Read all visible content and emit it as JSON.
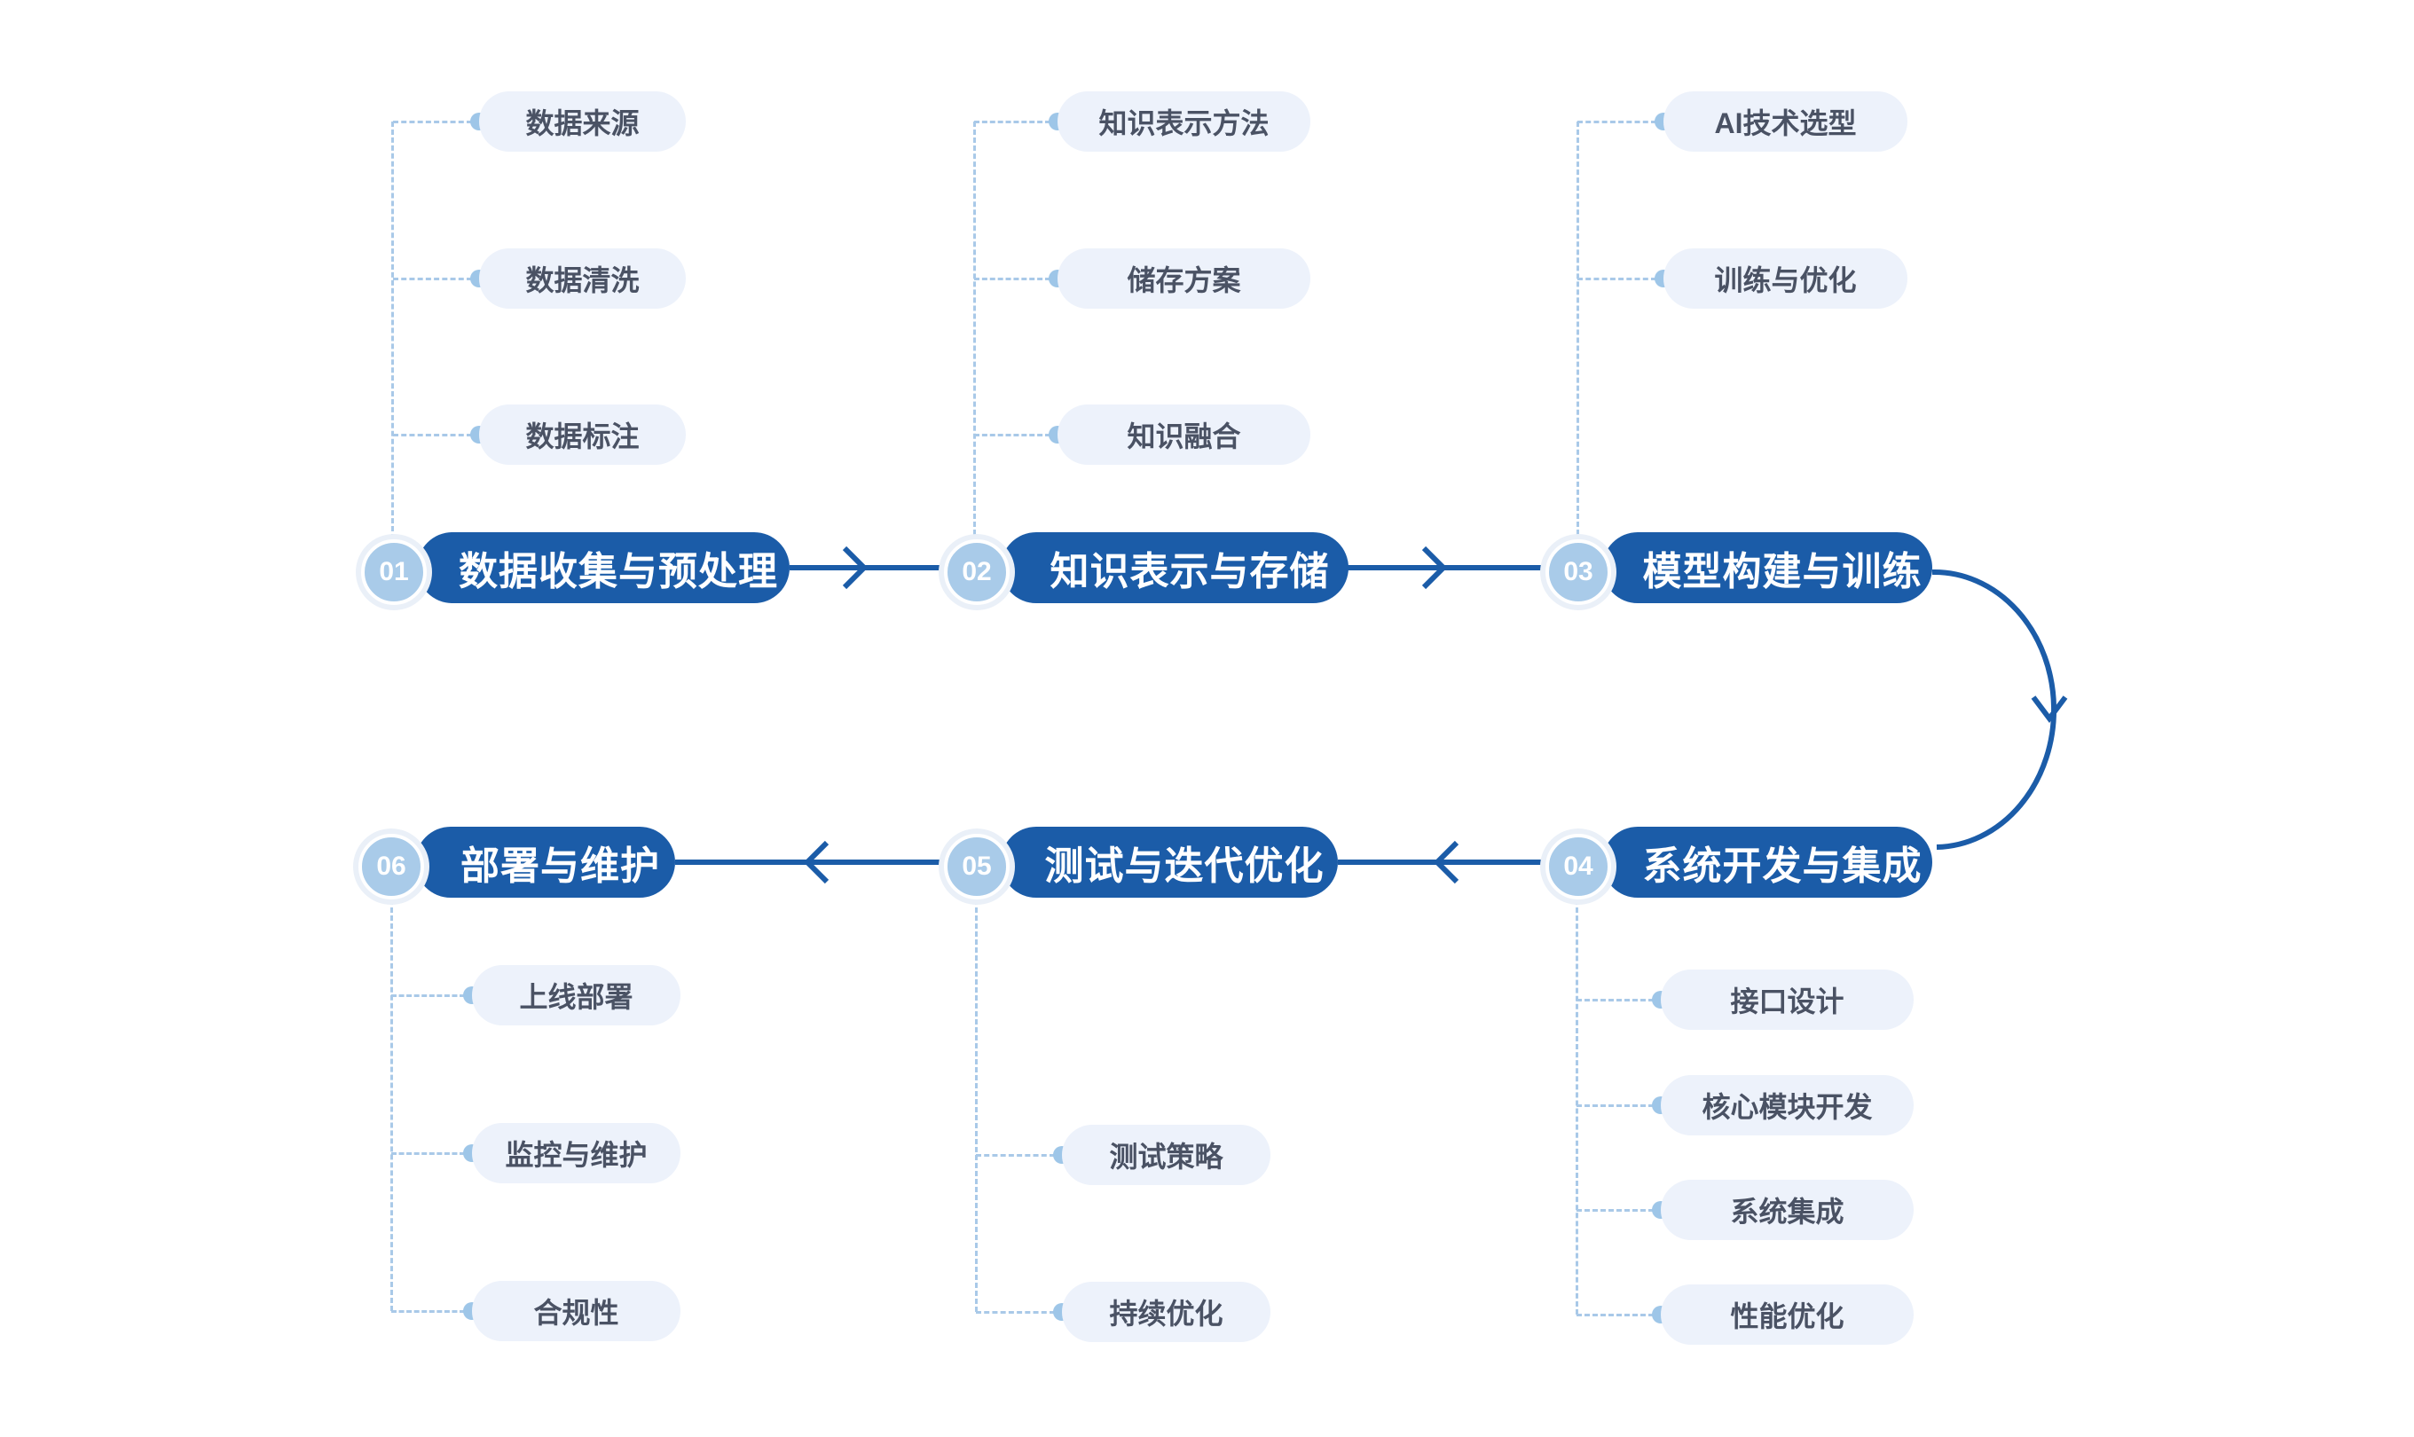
{
  "palette": {
    "accent": "#1b5ca8",
    "circle": "#a9cbe9",
    "subbg": "#edf2fb",
    "subtext": "#4a5264",
    "dash": "#a9c9e8",
    "dot": "#9ec6e8"
  },
  "stages": [
    {
      "number": "01",
      "label": "数据收集与预处理",
      "children": [
        "数据来源",
        "数据清洗",
        "数据标注"
      ]
    },
    {
      "number": "02",
      "label": "知识表示与存储",
      "children": [
        "知识表示方法",
        "储存方案",
        "知识融合"
      ]
    },
    {
      "number": "03",
      "label": "模型构建与训练",
      "children": [
        "AI技术选型",
        "训练与优化"
      ]
    },
    {
      "number": "04",
      "label": "系统开发与集成",
      "children": [
        "接口设计",
        "核心模块开发",
        "系统集成",
        "性能优化"
      ]
    },
    {
      "number": "05",
      "label": "测试与迭代优化",
      "children": [
        "测试策略",
        "持续优化"
      ]
    },
    {
      "number": "06",
      "label": "部署与维护",
      "children": [
        "上线部署",
        "监控与维护",
        "合规性"
      ]
    }
  ]
}
